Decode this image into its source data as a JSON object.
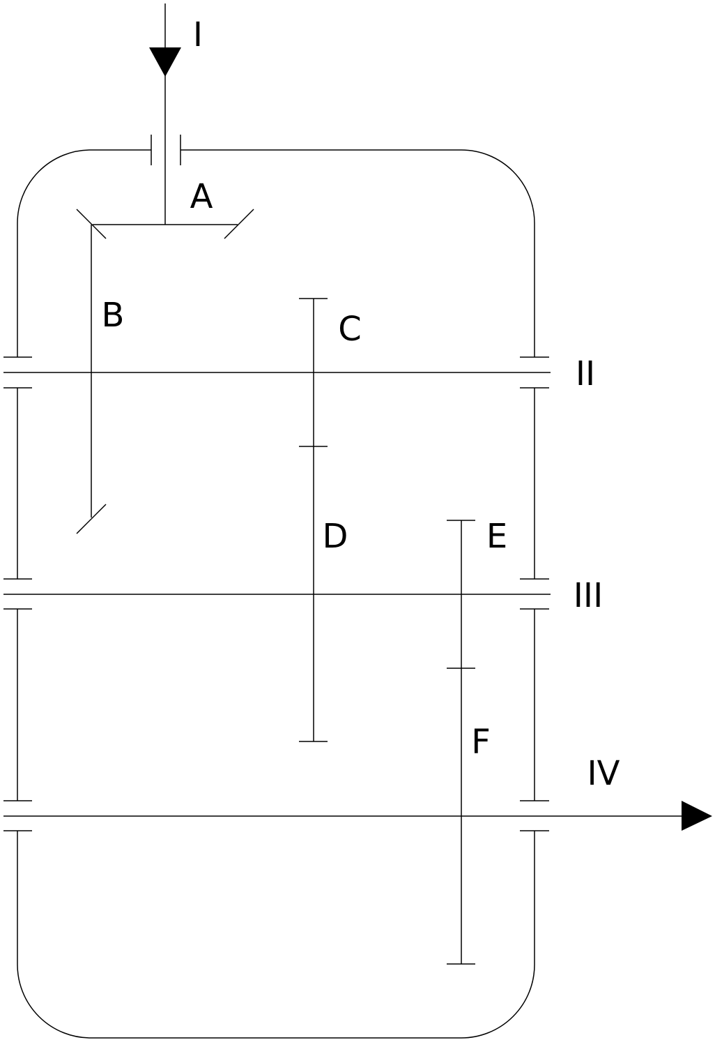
{
  "labels": {
    "shaft_1": "I",
    "shaft_2": "II",
    "shaft_3": "III",
    "shaft_4": "IV",
    "gear_a": "A",
    "gear_b": "B",
    "gear_c": "C",
    "gear_d": "D",
    "gear_e": "E",
    "gear_f": "F"
  },
  "colors": {
    "stroke": "#000000",
    "background": "#ffffff"
  }
}
